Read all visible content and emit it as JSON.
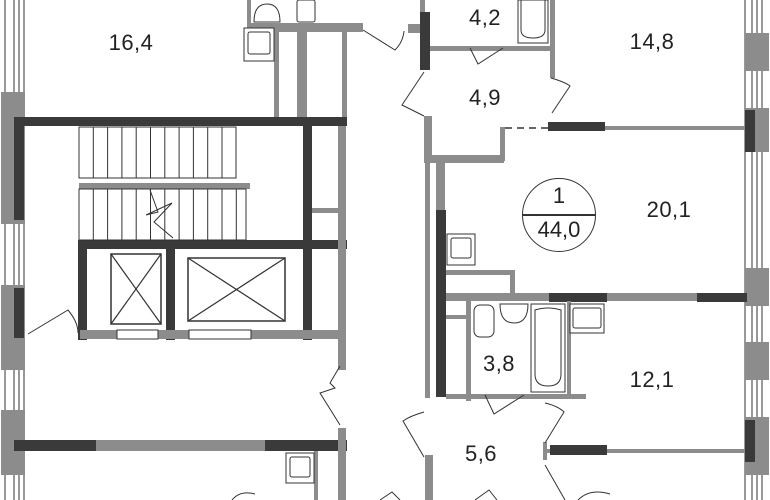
{
  "plan": {
    "apartment": {
      "number": "1",
      "total_area": "44,0"
    },
    "rooms": [
      {
        "id": "room-left-top",
        "area": "16,4"
      },
      {
        "id": "bathroom-top",
        "area": "4,2"
      },
      {
        "id": "bedroom-top",
        "area": "14,8"
      },
      {
        "id": "hall-top",
        "area": "4,9"
      },
      {
        "id": "living-room",
        "area": "20,1"
      },
      {
        "id": "bathroom-bottom",
        "area": "3,8"
      },
      {
        "id": "bedroom-bottom",
        "area": "12,1"
      },
      {
        "id": "hall-bottom",
        "area": "5,6"
      }
    ],
    "colors": {
      "wall_dark": "#3a3a3a",
      "wall_light": "#8c8c8c",
      "line": "#333333",
      "background": "#ffffff"
    }
  }
}
